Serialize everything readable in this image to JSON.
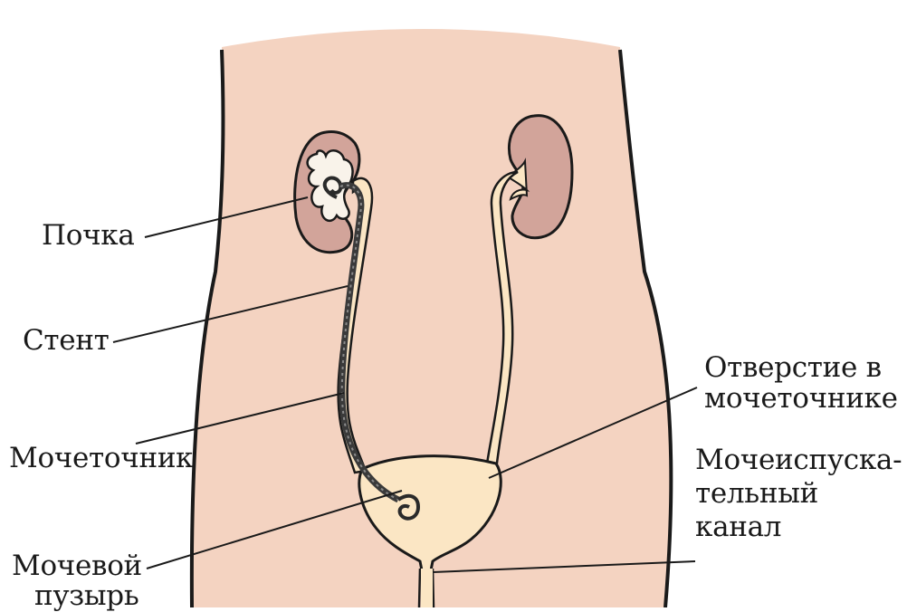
{
  "colors": {
    "skin": "#f4d3c1",
    "outline": "#1a1a1a",
    "kidney": "#d2a49a",
    "kidney_inner": "#f9f3ea",
    "urinary": "#fbe6c4",
    "stent": "#4a4a4a"
  },
  "labels": {
    "kidney": "Почка",
    "stent": "Стент",
    "ureter": "Мочеточник",
    "bladder_line1": "Мочевой",
    "bladder_line2": "пузырь",
    "opening_line1": "Отверстие в",
    "opening_line2": "мочеточнике",
    "urethra_line1": "Мочеиспуска-",
    "urethra_line2": "тельный",
    "urethra_line3": "канал"
  }
}
